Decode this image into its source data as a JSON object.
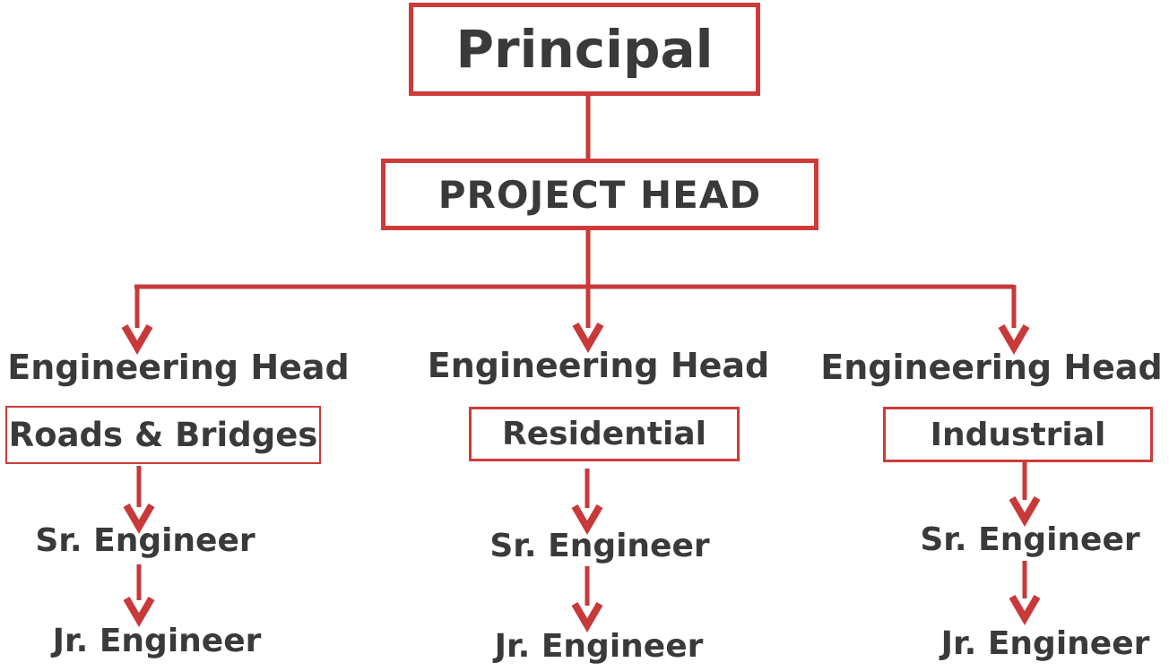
{
  "diagram": {
    "type": "org-chart",
    "accent_color": "#C8393A",
    "text_color": "#3A3A3C",
    "background_color": "#FFFFFF",
    "nodes": {
      "principal": "Principal",
      "project_head": "PROJECT HEAD",
      "branches": [
        {
          "head": "Engineering Head",
          "division": "Roads & Bridges",
          "senior": "Sr. Engineer",
          "junior": "Jr. Engineer"
        },
        {
          "head": "Engineering Head",
          "division": "Residential",
          "senior": "Sr. Engineer",
          "junior": "Jr. Engineer"
        },
        {
          "head": "Engineering Head",
          "division": "Industrial",
          "senior": "Sr. Engineer",
          "junior": "Jr. Engineer"
        }
      ]
    },
    "hierarchy": [
      "Principal > PROJECT HEAD",
      "PROJECT HEAD > Engineering Head (Roads & Bridges) > Sr. Engineer > Jr. Engineer",
      "PROJECT HEAD > Engineering Head (Residential) > Sr. Engineer > Jr. Engineer",
      "PROJECT HEAD > Engineering Head (Industrial) > Sr. Engineer > Jr. Engineer"
    ]
  }
}
